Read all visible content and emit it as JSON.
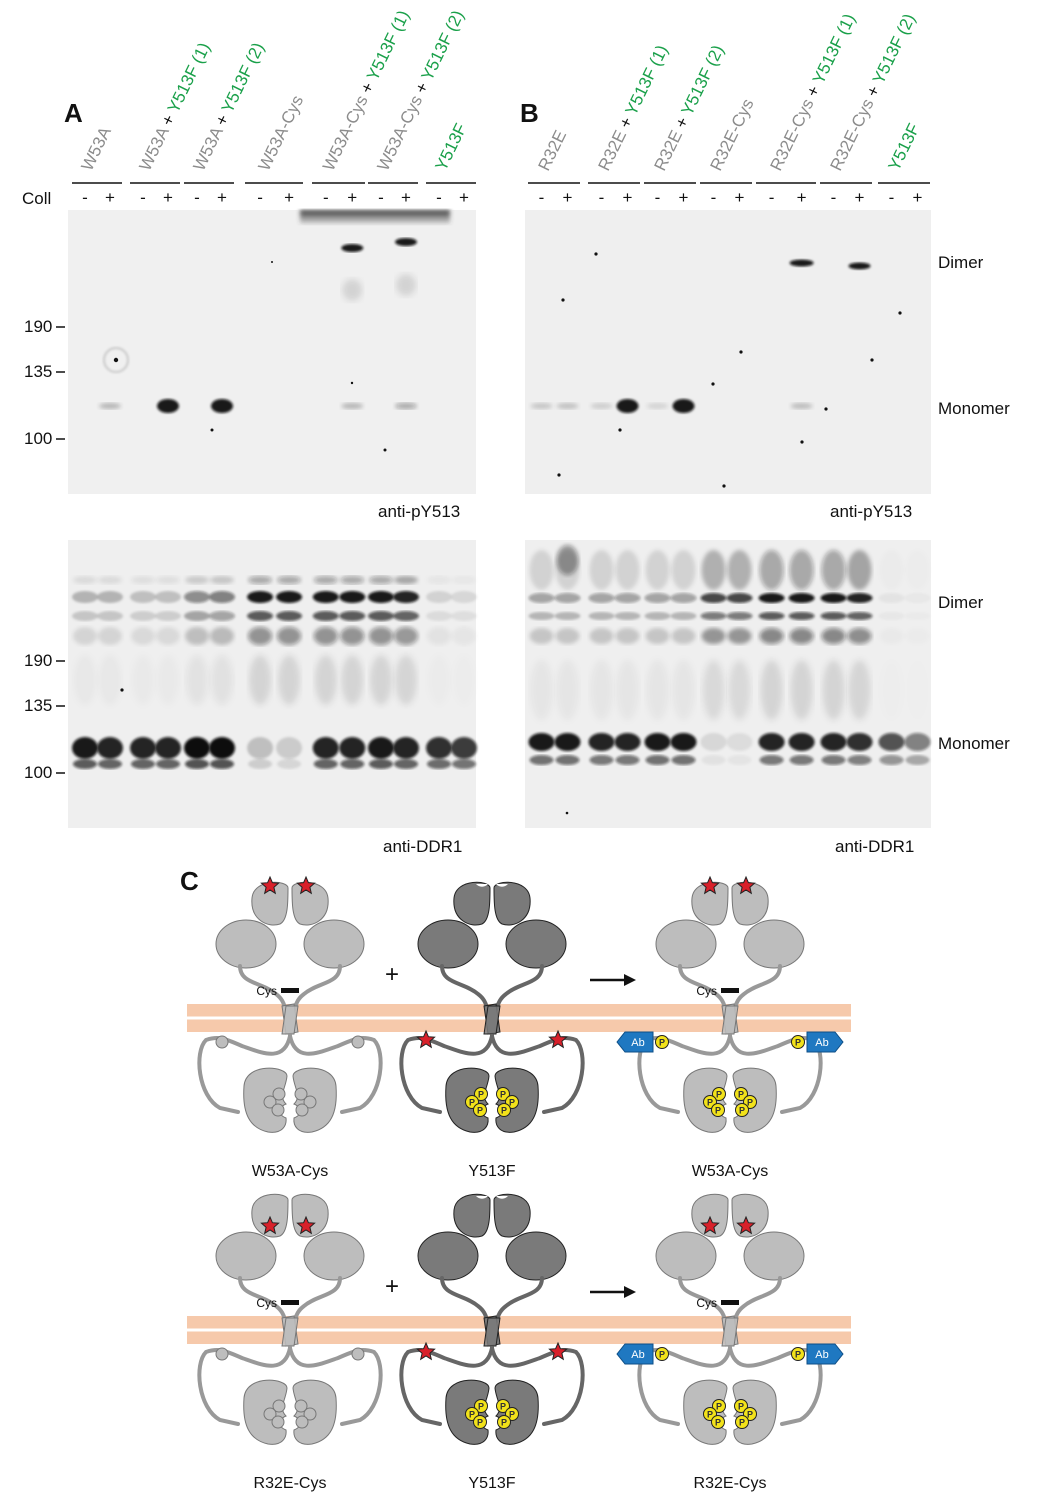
{
  "panels": {
    "A": {
      "letter": "A",
      "lanes": [
        {
          "parts": [
            {
              "text": "W53A",
              "color": "grey"
            }
          ]
        },
        {
          "parts": [
            {
              "text": "W53A",
              "color": "grey"
            },
            {
              "text": " + ",
              "color": "black"
            },
            {
              "text": "Y513F (1)",
              "color": "green"
            }
          ]
        },
        {
          "parts": [
            {
              "text": "W53A",
              "color": "grey"
            },
            {
              "text": " + ",
              "color": "black"
            },
            {
              "text": "Y513F (2)",
              "color": "green"
            }
          ]
        },
        {
          "parts": [
            {
              "text": "W53A-Cys",
              "color": "grey"
            }
          ]
        },
        {
          "parts": [
            {
              "text": "W53A-Cys",
              "color": "grey"
            },
            {
              "text": " + ",
              "color": "black"
            },
            {
              "text": "Y513F (1)",
              "color": "green"
            }
          ]
        },
        {
          "parts": [
            {
              "text": "W53A-Cys",
              "color": "grey"
            },
            {
              "text": " + ",
              "color": "black"
            },
            {
              "text": "Y513F (2)",
              "color": "green"
            }
          ]
        },
        {
          "parts": [
            {
              "text": "Y513F",
              "color": "green"
            }
          ]
        }
      ],
      "coll_label": "Coll",
      "minus": "-",
      "plus": "+",
      "markers": [
        "190",
        "135",
        "100"
      ],
      "blot_labels": [
        "anti-pY513",
        "anti-DDR1"
      ]
    },
    "B": {
      "letter": "B",
      "lanes": [
        {
          "parts": [
            {
              "text": "R32E",
              "color": "grey"
            }
          ]
        },
        {
          "parts": [
            {
              "text": "R32E",
              "color": "grey"
            },
            {
              "text": " + ",
              "color": "black"
            },
            {
              "text": "Y513F (1)",
              "color": "green"
            }
          ]
        },
        {
          "parts": [
            {
              "text": "R32E",
              "color": "grey"
            },
            {
              "text": " + ",
              "color": "black"
            },
            {
              "text": "Y513F (2)",
              "color": "green"
            }
          ]
        },
        {
          "parts": [
            {
              "text": "R32E-Cys",
              "color": "grey"
            }
          ]
        },
        {
          "parts": [
            {
              "text": "R32E-Cys",
              "color": "grey"
            },
            {
              "text": " + ",
              "color": "black"
            },
            {
              "text": "Y513F (1)",
              "color": "green"
            }
          ]
        },
        {
          "parts": [
            {
              "text": "R32E-Cys",
              "color": "grey"
            },
            {
              "text": " + ",
              "color": "black"
            },
            {
              "text": "Y513F (2)",
              "color": "green"
            }
          ]
        },
        {
          "parts": [
            {
              "text": "Y513F",
              "color": "green"
            }
          ]
        }
      ],
      "band_labels": [
        "Dimer",
        "Monomer",
        "Dimer",
        "Monomer"
      ],
      "blot_labels": [
        "anti-pY513",
        "anti-DDR1"
      ]
    },
    "C": {
      "letter": "C",
      "plus_sign": "+",
      "cys_label": "Cys",
      "p_label": "P",
      "ab_label": "Ab",
      "row1_captions": [
        "W53A-Cys",
        "Y513F",
        "W53A-Cys"
      ],
      "row2_captions": [
        "R32E-Cys",
        "Y513F",
        "R32E-Cys"
      ]
    }
  },
  "colors": {
    "grey_label": "#8c8c8c",
    "green_label": "#1aa04a",
    "membrane": "#f6c9ab",
    "light_protein": "#bdbdbd",
    "dark_protein": "#7a7a7a",
    "star": "#d8202a",
    "phospho": "#f2e21a",
    "antibody": "#1f78c1"
  }
}
